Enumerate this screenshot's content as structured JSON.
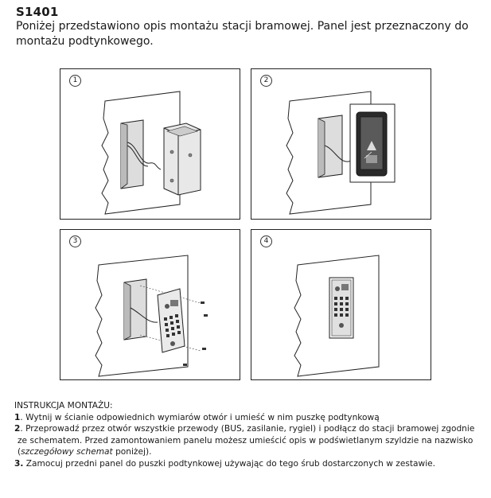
{
  "doc": {
    "title": "S1401",
    "intro": "Poniżej przedstawiono opis montażu stacji bramowej. Panel jest przeznaczony do montażu podtynkowego."
  },
  "steps": [
    {
      "badge": "1"
    },
    {
      "badge": "2"
    },
    {
      "badge": "3"
    },
    {
      "badge": "4"
    }
  ],
  "instructions": {
    "heading": "INSTRUKCJA MONTAŻU:",
    "item1_num": "1",
    "item1_text": ". Wytnij w ścianie odpowiednich wymiarów otwór i umieść w nim puszkę podtynkową",
    "item2_num": "2",
    "item2_text_a": ". Przeprowadź przez otwór wszystkie przewody (BUS, zasilanie, rygiel) i podłącz do stacji bramowej zgodnie",
    "item2_text_b": "ze schematem. Przed zamontowaniem  panelu możesz umieścić opis w podświetlanym szyldzie na nazwisko",
    "item2_text_c_open": "(",
    "item2_italic": "szczegółowy schemat",
    "item2_text_c_close": " poniżej).",
    "item3_num": "3.",
    "item3_text": " Zamocuj przedni panel do puszki podtynkowej używając do tego śrub dostarczonych w zestawie."
  }
}
